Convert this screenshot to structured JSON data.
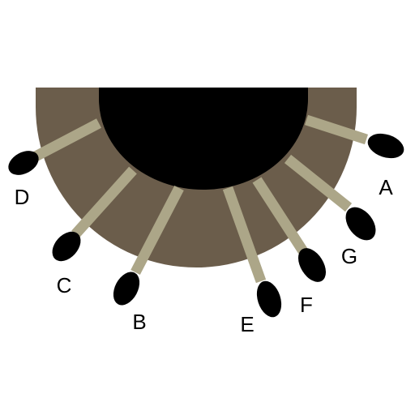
{
  "diagram": {
    "colors": {
      "background": "#ffffff",
      "ring": "#6b5d4b",
      "hole": "#000000",
      "stick": "#aca688",
      "match_head": "#000000",
      "label": "#000000"
    },
    "matches": [
      {
        "id": "A",
        "label": "A"
      },
      {
        "id": "B",
        "label": "B"
      },
      {
        "id": "C",
        "label": "C"
      },
      {
        "id": "D",
        "label": "D"
      },
      {
        "id": "E",
        "label": "E"
      },
      {
        "id": "F",
        "label": "F"
      },
      {
        "id": "G",
        "label": "G"
      }
    ]
  }
}
